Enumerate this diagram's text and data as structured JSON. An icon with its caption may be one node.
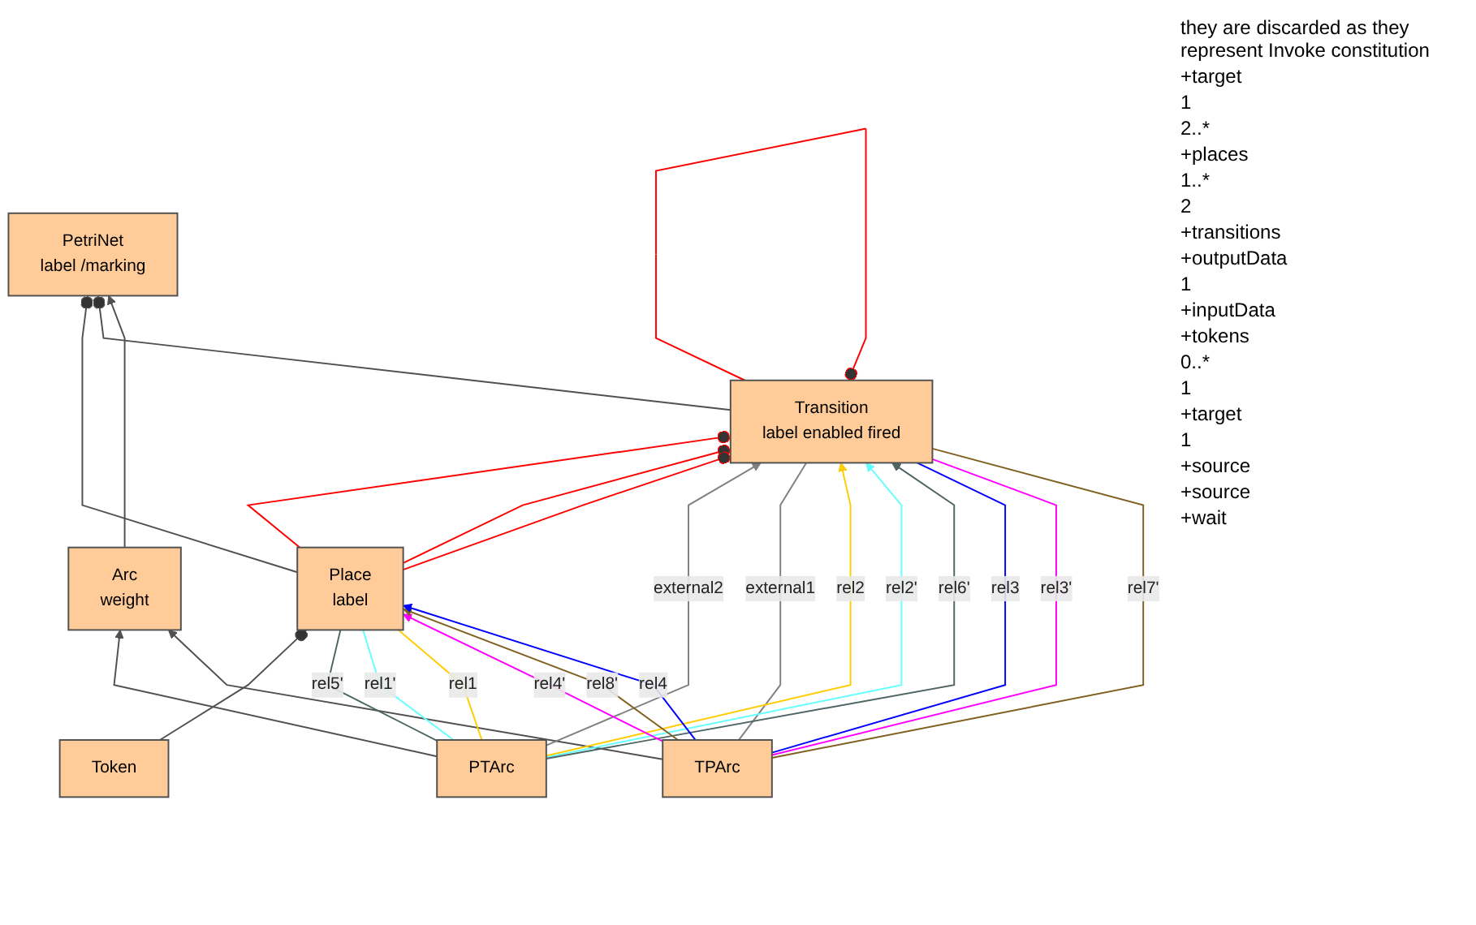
{
  "diagram": {
    "nodes": [
      {
        "text": [
          "Place",
          "label"
        ]
      },
      {
        "text": [
          "PetriNet",
          "label /marking"
        ]
      },
      {
        "text": [
          "Transition",
          "label enabled fired"
        ]
      },
      {
        "text": [
          "Token"
        ]
      },
      {
        "text": [
          "Arc",
          "weight"
        ]
      },
      {
        "text": [
          "PTArc"
        ]
      },
      {
        "text": [
          "TPArc"
        ]
      }
    ],
    "edges": [
      {
        "from": 0,
        "to": 2,
        "arrow": "other",
        "color": "#ff0000"
      },
      {
        "from": 0,
        "to": 2,
        "arrow": "other",
        "color": "#ff0000"
      },
      {
        "from": 0,
        "to": 2,
        "arrow": "other",
        "color": "#ff0000"
      },
      {
        "from": 2,
        "to": 2,
        "arrow": "other",
        "color": "#ff0000"
      },
      {
        "from": 0,
        "to": 1,
        "arrow": "other"
      },
      {
        "from": 2,
        "to": 1,
        "arrow": "other"
      },
      {
        "from": 3,
        "to": 0,
        "arrow": "other"
      },
      {
        "from": 4,
        "to": 1,
        "arrow": "to"
      },
      {
        "from": 5,
        "to": 4,
        "arrow": "to"
      },
      {
        "from": 6,
        "to": 4,
        "arrow": "to"
      },
      {
        "from": 5,
        "to": 0,
        "label": "rel5'",
        "arrow": "none",
        "color": "#4f6464"
      },
      {
        "from": 5,
        "to": 2,
        "label": "external2",
        "arrow": "to",
        "color": "#808080"
      },
      {
        "from": 6,
        "to": 2,
        "label": "external1",
        "arrow": "none",
        "color": "#808080"
      },
      {
        "from": 5,
        "to": 0,
        "label": "rel1'",
        "arrow": "none",
        "color": "#66ffff"
      },
      {
        "from": 5,
        "to": 0,
        "label": "rel1",
        "arrow": "none",
        "color": "#ffcc00"
      },
      {
        "from": 5,
        "to": 2,
        "label": "rel2",
        "arrow": "to",
        "color": "#ffcc00"
      },
      {
        "from": 5,
        "to": 2,
        "label": "rel2'",
        "arrow": "to",
        "color": "#66ffff"
      },
      {
        "from": 5,
        "to": 2,
        "label": "rel6'",
        "arrow": "to",
        "color": "#4f6464"
      },
      {
        "from": 6,
        "to": 2,
        "label": "rel3",
        "arrow": "none",
        "color": "#0000ff"
      },
      {
        "from": 6,
        "to": 2,
        "label": "rel3'",
        "arrow": "none",
        "color": "#ff00ff"
      },
      {
        "from": 6,
        "to": 2,
        "label": "rel7'",
        "arrow": "none",
        "color": "#806020"
      },
      {
        "from": 6,
        "to": 0,
        "label": "rel4'",
        "arrow": "to",
        "color": "#ff00ff"
      },
      {
        "from": 6,
        "to": 0,
        "label": "rel8'",
        "arrow": "to",
        "color": "#806020"
      },
      {
        "from": 6,
        "to": 0,
        "label": "rel4",
        "arrow": "to",
        "color": "#0000ff"
      }
    ],
    "labels": [
      "they are discarded as they represent Invoke constitution",
      "+target",
      "1",
      "2..*",
      "+places",
      "1..*",
      "2",
      "+transitions",
      "+outputData",
      "1",
      "+inputData",
      "+tokens",
      "0..*",
      "1",
      "+target",
      "1",
      "+source",
      "+source",
      "+wait"
    ]
  }
}
